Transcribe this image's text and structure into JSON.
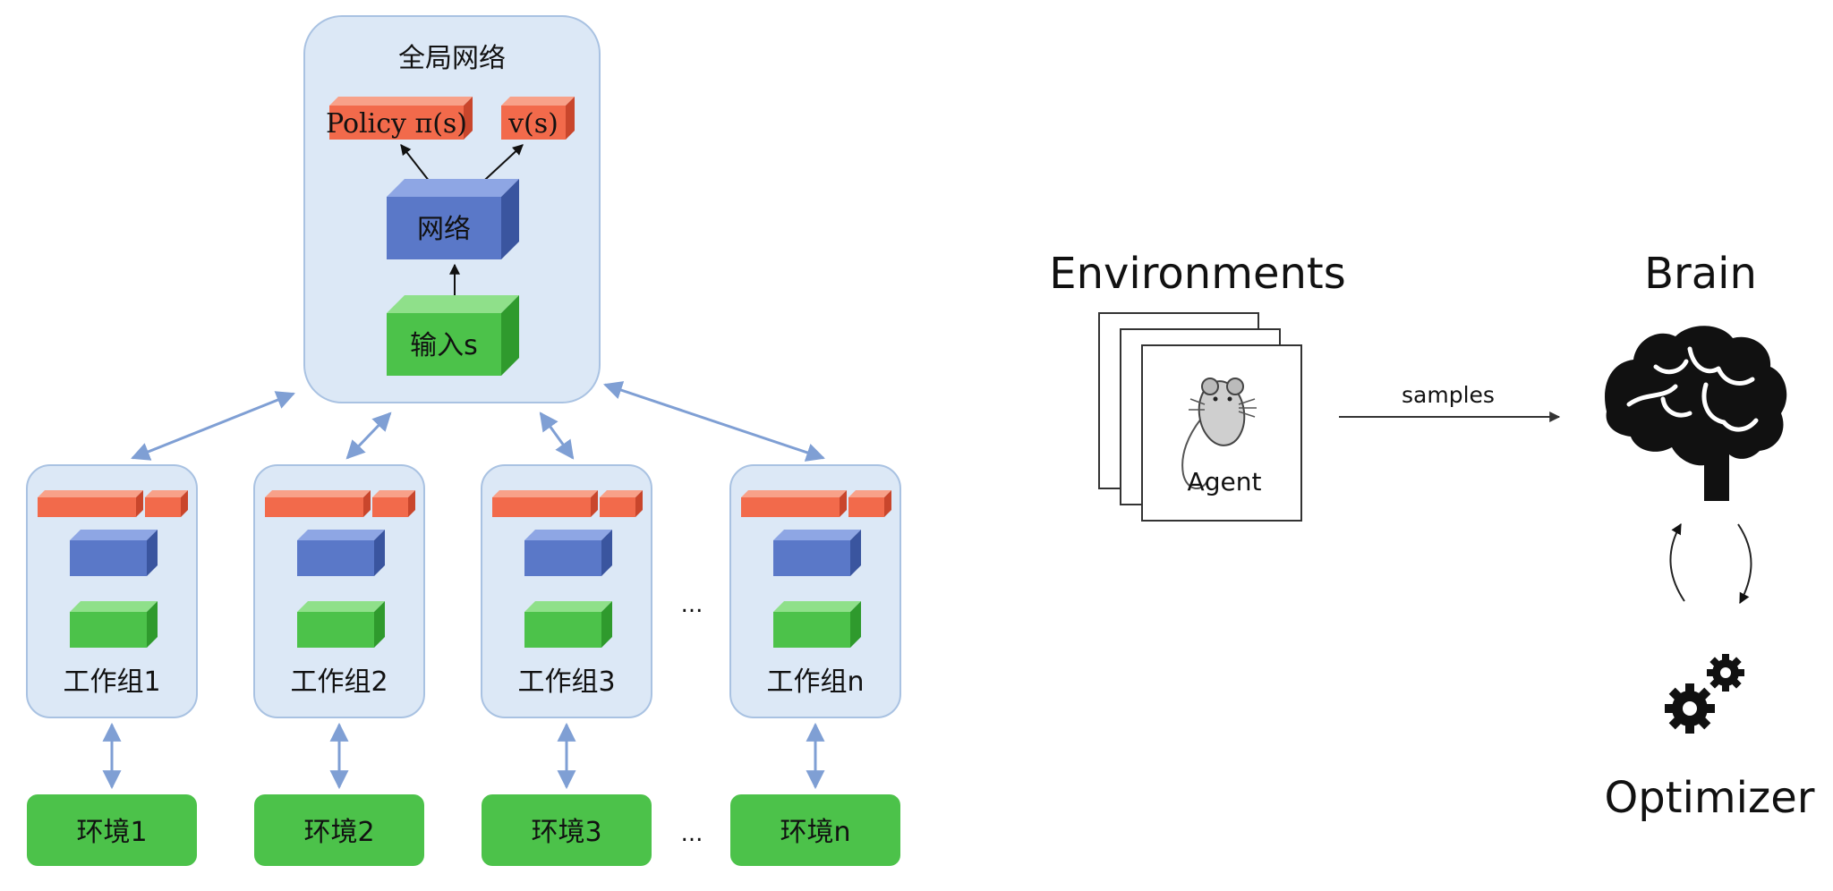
{
  "left_diagram": {
    "global_network": {
      "title": "全局网络",
      "policy_label": "Policy π(s)",
      "value_label": "v(s)",
      "network_label": "网络",
      "input_label": "输入s"
    },
    "workers": [
      {
        "label": "工作组1",
        "env_label": "环境1"
      },
      {
        "label": "工作组2",
        "env_label": "环境2"
      },
      {
        "label": "工作组3",
        "env_label": "环境3"
      },
      {
        "label": "工作组n",
        "env_label": "环境n"
      }
    ],
    "ellipsis": "..."
  },
  "right_diagram": {
    "environments_title": "Environments",
    "agent_label": "Agent",
    "samples_label": "samples",
    "brain_title": "Brain",
    "optimizer_title": "Optimizer"
  },
  "colors": {
    "panel_fill": "#dce8f6",
    "panel_stroke": "#a9c2e2",
    "policy_fill": "#f26a4b",
    "network_fill": "#5a78c8",
    "input_fill": "#4cc24a",
    "env_fill": "#4cc24a",
    "arrow_blue": "#7f9fd4"
  }
}
